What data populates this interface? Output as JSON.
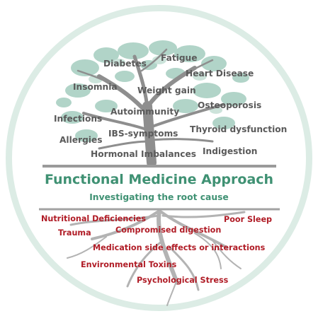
{
  "title": "Functional Medicine Approach",
  "subtitle": "Investigating the root cause",
  "symptoms": [
    "Fatigue",
    "Diabetes",
    "Heart Disease",
    "Insomnia",
    "Weight gain",
    "Osteoporosis",
    "Autoimmunity",
    "Infections",
    "IBS-symptoms",
    "Thyroid dysfunction",
    "Allergies",
    "Hormonal Imbalances",
    "Indigestion"
  ],
  "root_causes": [
    "Nutritional Deficiencies",
    "Poor Sleep",
    "Trauma",
    "Compromised digestion",
    "Medication side effects or interactions",
    "Environmental Toxins",
    "Psychological Stress"
  ],
  "colors": {
    "ring": "#d9ebe3",
    "foliage": "#9ec9bb",
    "trunk": "#8c8c8c",
    "title": "#3f9173",
    "symptom_text": "#5a5a5a",
    "cause_text": "#b01c26"
  }
}
